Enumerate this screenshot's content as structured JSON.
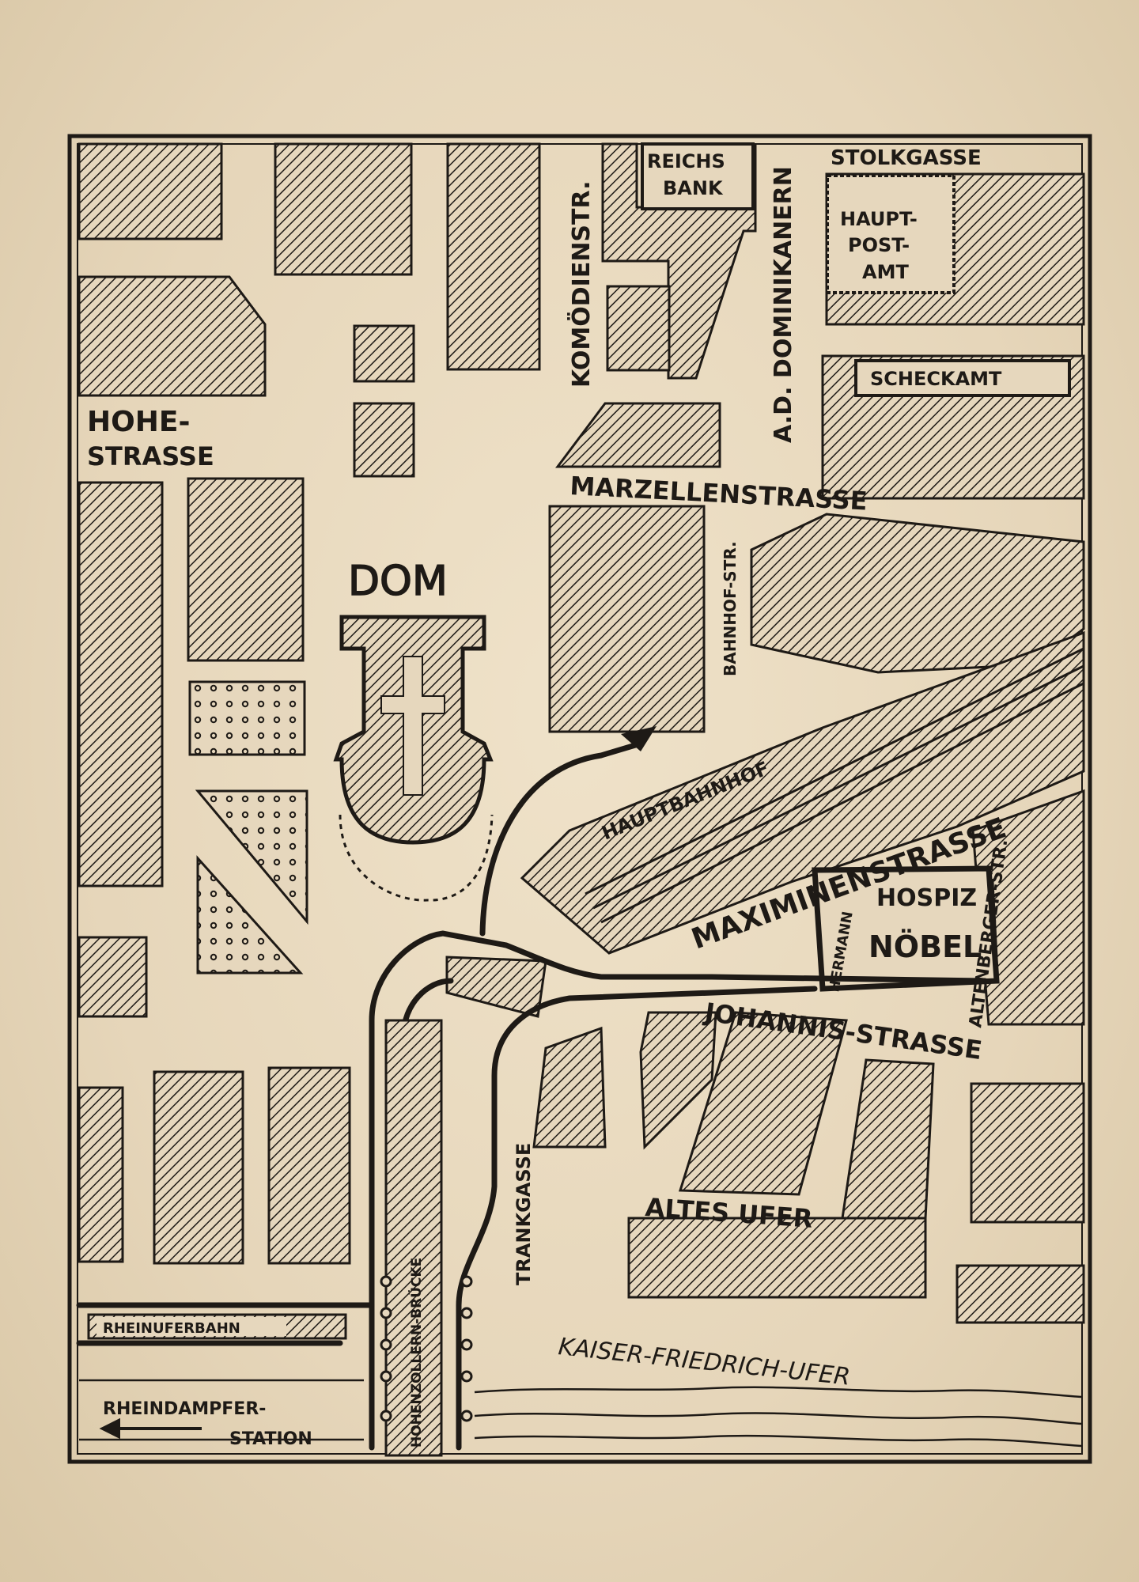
{
  "labels": {
    "komoedienstr": "KOMÖDIENSTR.",
    "reichsbank_1": "REICHS",
    "reichsbank_2": "BANK",
    "dominikanern": "A.D. DOMINIKANERN",
    "stolkgasse": "STOLKGASSE",
    "hauptpost_1": "HAUPT-",
    "hauptpost_2": "POST-",
    "hauptpost_3": "AMT",
    "scheckamt": "SCHECKAMT",
    "hohe_1": "HOHE-",
    "hohe_2": "STRASSE",
    "marzellen": "MARZELLENSTRASSE",
    "bahnhofstr": "BAHNHOF-STR.",
    "dom": "DOM",
    "hauptbahnhof": "HAUPTBAHNHOF",
    "maximinen": "MAXIMINENSTRASSE",
    "hospiz_1": "HOSPIZ",
    "hospiz_2": "NÖBEL",
    "hermann": "HERMANN",
    "altenberger": "ALTENBERGER-STR.",
    "johannis": "JOHANNIS-STRASSE",
    "trankgasse": "TRANKGASSE",
    "altes_ufer": "ALTES UFER",
    "rheinuferbahn": "RHEINUFERBAHN",
    "kaiser_friedrich": "KAISER-FRIEDRICH-UFER",
    "hohenzollern": "HOHENZOLLERN-BRÜCKE",
    "rheindampfer_1": "RHEINDAMPFER-",
    "rheindampfer_2": "STATION"
  },
  "colors": {
    "ink": "#1e1a16",
    "paper": "#e6d7bd"
  }
}
